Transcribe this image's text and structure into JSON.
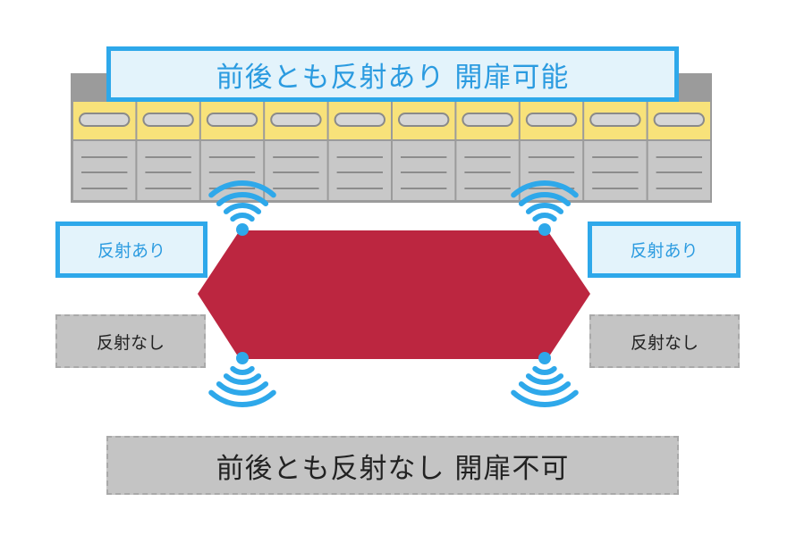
{
  "labels": {
    "top_banner": "前後とも反射あり 開扉可能",
    "left_reflect_yes": "反射あり",
    "right_reflect_yes": "反射あり",
    "left_reflect_no": "反射なし",
    "right_reflect_no": "反射なし",
    "bottom_banner": "前後とも反射なし 開扉不可"
  },
  "colors": {
    "accent_blue": "#2ea8ea",
    "vehicle_red": "#bc2640",
    "unit_yellow": "#f8e27a",
    "unit_gray": "#c8c8c8",
    "gray_box": "#c4c4c4"
  },
  "shelf": {
    "unit_count": 10
  },
  "icons": [
    "sensor-wave-icon",
    "sensor-wave-icon",
    "sensor-wave-icon",
    "sensor-wave-icon"
  ]
}
